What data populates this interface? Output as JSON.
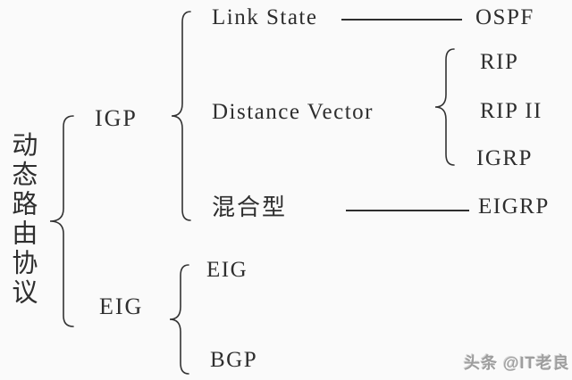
{
  "root": {
    "label": "动态路由协议"
  },
  "groups": {
    "igp": {
      "label": "IGP"
    },
    "eig": {
      "label": "EIG"
    }
  },
  "igp_children": {
    "link_state": {
      "label": "Link State",
      "protocol": "OSPF"
    },
    "distance_vector": {
      "label": "Distance Vector",
      "protocols": [
        "RIP",
        "RIP II",
        "IGRP"
      ]
    },
    "hybrid": {
      "label": "混合型",
      "protocol": "EIGRP"
    }
  },
  "eig_children": [
    "EIG",
    "BGP"
  ],
  "watermark": {
    "text": "头条 @IT老良"
  },
  "colors": {
    "background": "#fafafa",
    "text": "#2e2e2e",
    "brace_stroke": "#333333",
    "connector": "#2e2e2e",
    "watermark": "#9e9e9e"
  }
}
